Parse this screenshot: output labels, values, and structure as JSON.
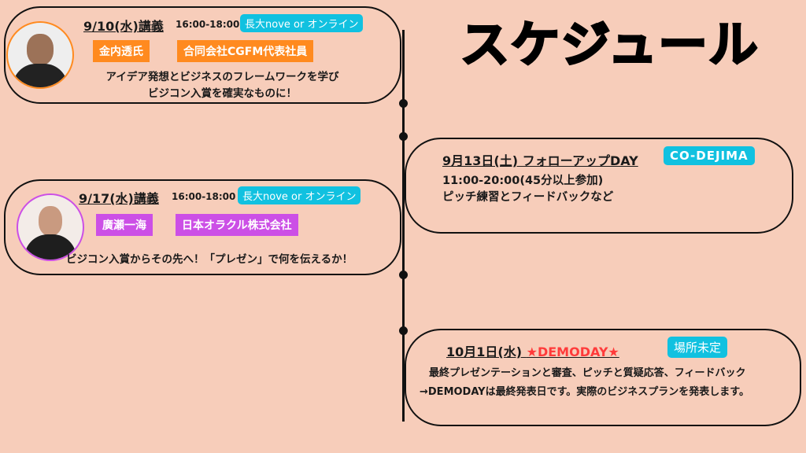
{
  "title": "スケジュール",
  "events": [
    {
      "date": "9/10(水)講義",
      "time": "16:00-18:00",
      "location": "長大nove or オンライン",
      "speaker": "金内透氏",
      "company": "合同会社CGFM代表社員",
      "desc": [
        "アイデア発想とビジネスのフレームワークを学び",
        "ビジコン入賞を確実なものに！"
      ]
    },
    {
      "date": "9/17(水)講義",
      "time": "16:00-18:00",
      "location": "長大nove or オンライン",
      "speaker": "廣瀬一海",
      "company": "日本オラクル株式会社",
      "desc": [
        "ビジコン入賞からその先へ！「プレゼン」で何を伝えるか！"
      ]
    },
    {
      "date": "9月13日(土) フォローアップDAY",
      "location": "CO-DEJIMA",
      "desc": [
        "11:00-20:00(45分以上参加)",
        "ピッチ練習とフィードバックなど"
      ]
    },
    {
      "date": "10月1日(水) ",
      "highlight": "★DEMODAY★",
      "location": "場所未定",
      "desc": [
        "最終プレゼンテーションと審査、ピッチと質疑応答、フィードバック",
        "→DEMODAYは最終発表日です。実際のビジネスプランを発表します。"
      ]
    }
  ],
  "colors": {
    "background": "#F7CDBA",
    "orange": "#FF8A1F",
    "purple": "#CC4FE6",
    "cyan": "#11C1E0",
    "demoday": "#FF3B3B"
  }
}
